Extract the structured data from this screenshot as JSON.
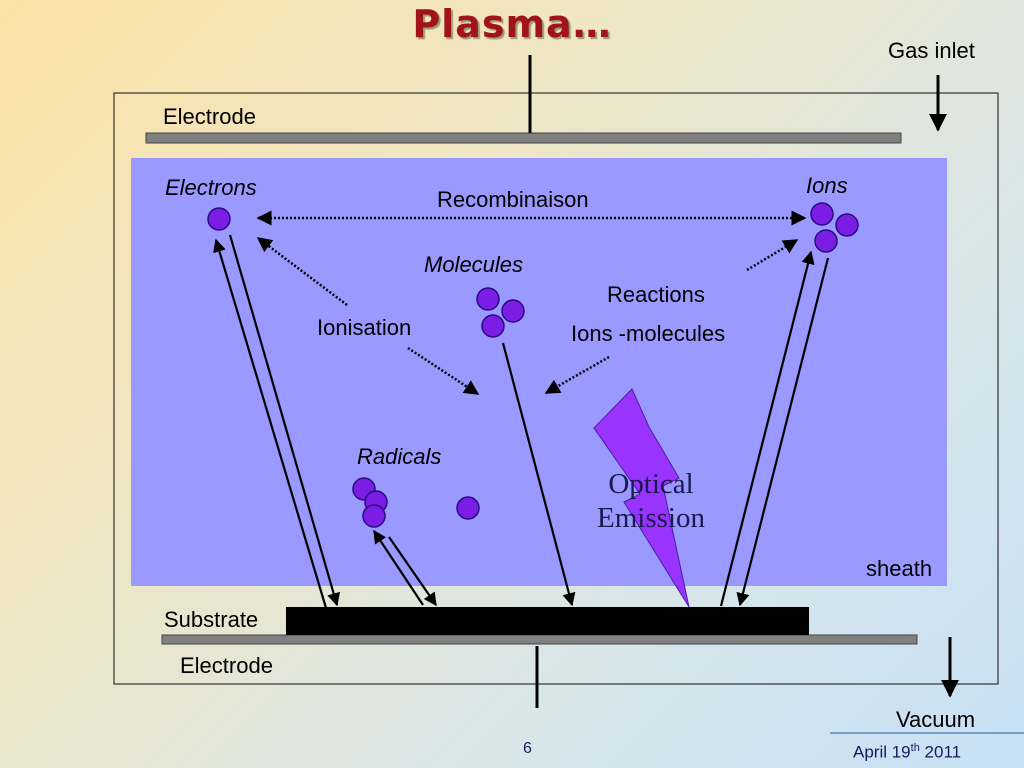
{
  "slide": {
    "title": "Plasma…",
    "page_number": "6",
    "date_prefix": "April 19",
    "date_sup": "th",
    "date_suffix": " 2011"
  },
  "labels": {
    "gas_inlet": "Gas inlet",
    "electrode_top": "Electrode",
    "electrode_bottom": "Electrode",
    "electrons": "Electrons",
    "ions": "Ions",
    "recombination": "Recombinaison",
    "molecules": "Molecules",
    "reactions": "Reactions",
    "ions_molecules": "Ions -molecules",
    "ionisation": "Ionisation",
    "radicals": "Radicals",
    "optical_emission": "Optical Emission",
    "sheath": "sheath",
    "substrate": "Substrate",
    "vacuum": "Vacuum"
  },
  "colors": {
    "title": "#a01418",
    "plasma": "#9999ff",
    "particle": "#7a1ee6",
    "electrode": "#808080",
    "substrate": "#000000"
  }
}
